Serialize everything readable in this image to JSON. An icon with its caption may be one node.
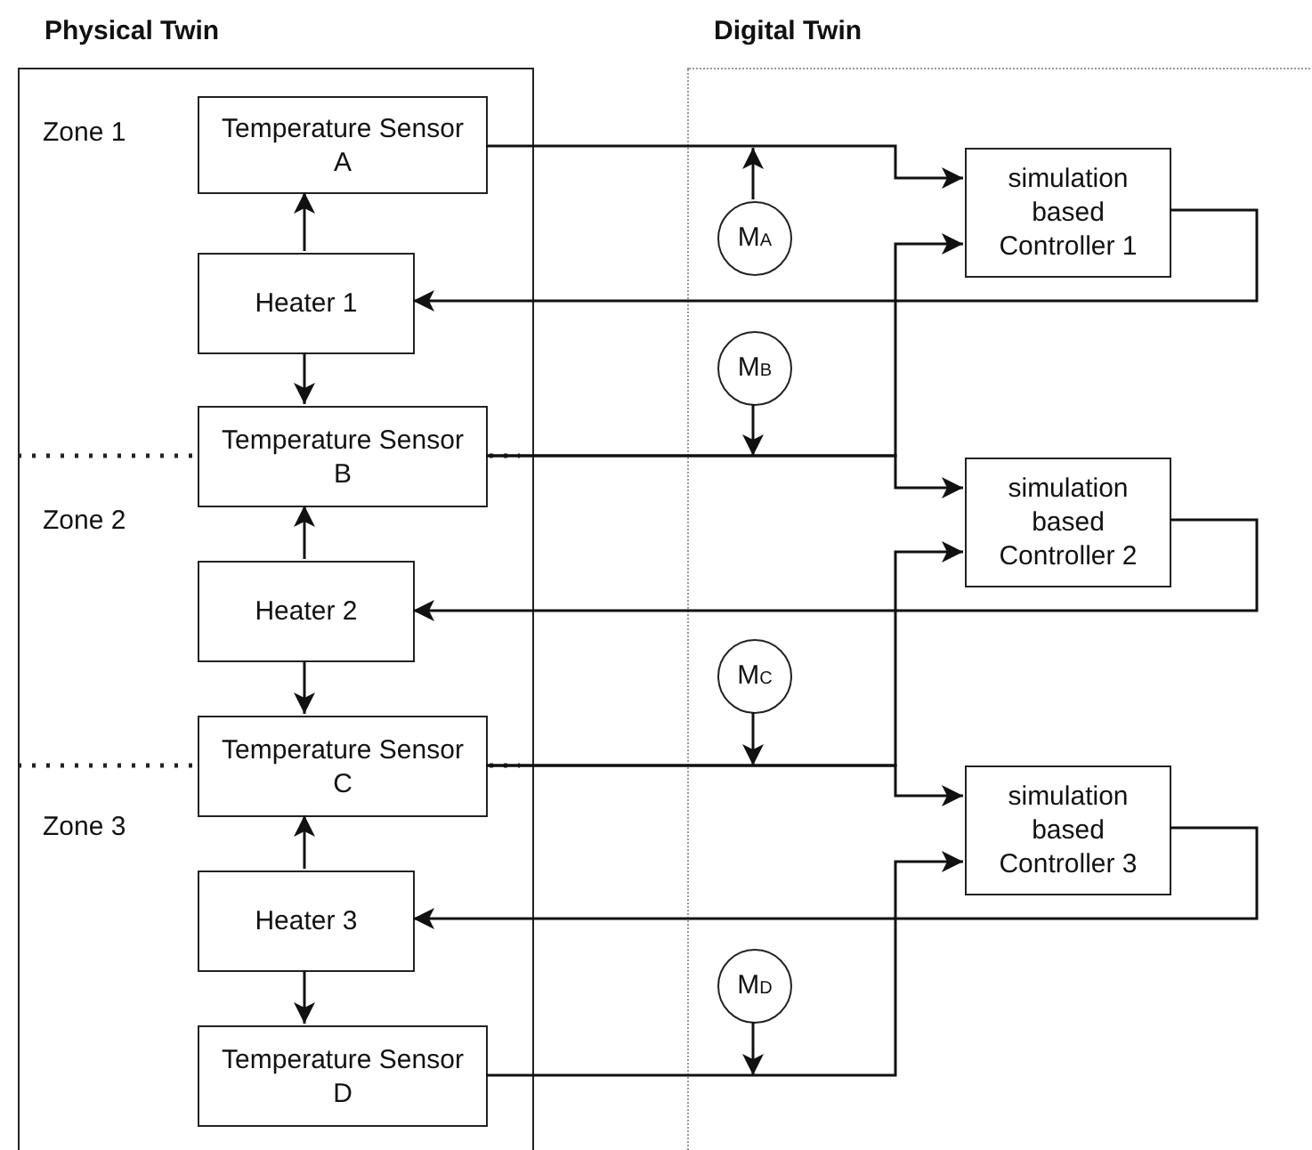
{
  "diagram": {
    "nodes": [
      {
        "text": [
          "Physical Twin"
        ]
      },
      {
        "text": [
          "Digital Twin"
        ]
      },
      {
        "text": [
          "Temperature Sensor A"
        ],
        "in": 0
      },
      {
        "text": [
          "Heater 1"
        ],
        "in": 0
      },
      {
        "text": [
          "Temperature Sensor B"
        ],
        "in": 0
      },
      {
        "text": [
          "Heater 2"
        ],
        "in": 0
      },
      {
        "text": [
          "Temperature Sensor C"
        ],
        "in": 0
      },
      {
        "text": [
          "Heater 3"
        ],
        "in": 0
      },
      {
        "text": [
          "Temperature Sensor D"
        ],
        "in": 0
      },
      {
        "text": [
          "M$_{A}$"
        ],
        "in": 1
      },
      {
        "text": [
          "M$_{B}$"
        ],
        "in": 1
      },
      {
        "text": [
          "M$_{C}$"
        ],
        "in": 1
      },
      {
        "text": [
          "M$_{D}$"
        ],
        "in": 1
      },
      {
        "text": [
          "simulation based Controller 1"
        ],
        "in": 1
      },
      {
        "text": [
          "simulation based Controller 2"
        ],
        "in": 1
      },
      {
        "text": [
          "simulation based Controller 3"
        ],
        "in": 1
      }
    ],
    "edges": [
      {
        "from": 3,
        "to": 2,
        "arrow": "to"
      },
      {
        "from": 3,
        "to": 4,
        "arrow": "to"
      },
      {
        "from": 5,
        "to": 4,
        "arrow": "to"
      },
      {
        "from": 5,
        "to": 6,
        "arrow": "to"
      },
      {
        "from": 7,
        "to": 6,
        "arrow": "to"
      },
      {
        "from": 7,
        "to": 8,
        "arrow": "to"
      },
      {
        "from": 2,
        "to": 13,
        "arrow": "to"
      },
      {
        "from": 9,
        "to": null,
        "arrow": "to"
      },
      {
        "from": 4,
        "to": 13,
        "arrow": "to"
      },
      {
        "from": 4,
        "to": 14,
        "arrow": "to"
      },
      {
        "from": 10,
        "to": null,
        "arrow": "to"
      },
      {
        "from": 13,
        "to": 3,
        "arrow": "to"
      },
      {
        "from": 6,
        "to": 14,
        "arrow": "to"
      },
      {
        "from": 6,
        "to": 15,
        "arrow": "to"
      },
      {
        "from": 11,
        "to": null,
        "arrow": "to"
      },
      {
        "from": 14,
        "to": 5,
        "arrow": "to"
      },
      {
        "from": 8,
        "to": 15,
        "arrow": "to"
      },
      {
        "from": 12,
        "to": null,
        "arrow": "to"
      },
      {
        "from": 15,
        "to": 7,
        "arrow": "to"
      }
    ],
    "labels": [
      "Zone 1",
      "Zone 2",
      "Zone 3"
    ]
  }
}
